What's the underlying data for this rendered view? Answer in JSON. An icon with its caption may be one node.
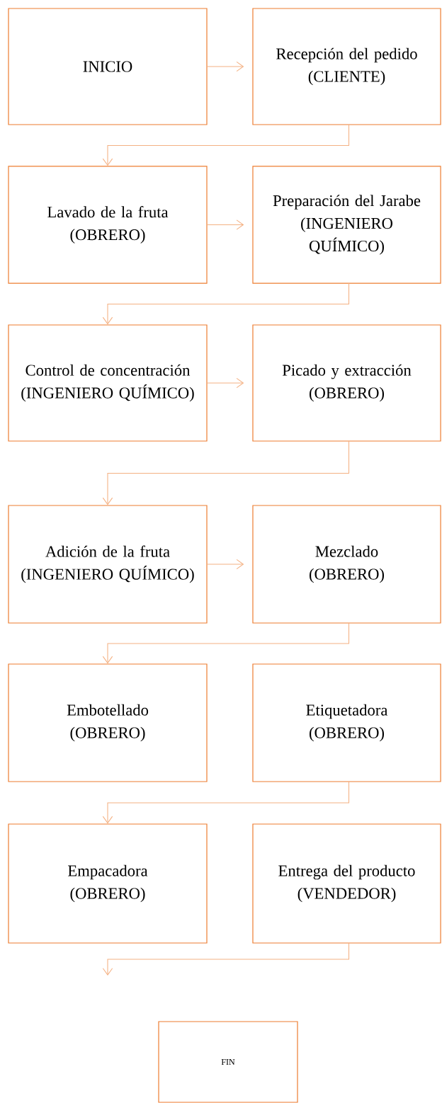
{
  "diagram": {
    "nodes": [
      {
        "text": [
          "INICIO"
        ]
      },
      {
        "text": [
          "Recepción del pedido",
          "(CLIENTE)"
        ]
      },
      {
        "text": [
          "Lavado de la fruta",
          "(OBRERO)"
        ]
      },
      {
        "text": [
          "Preparación del Jarabe",
          "(INGENIERO QUÍMICO)"
        ]
      },
      {
        "text": [
          "Control de concentración",
          "(INGENIERO QUÍMICO)"
        ]
      },
      {
        "text": [
          "Picado y extracción",
          "(OBRERO)"
        ]
      },
      {
        "text": [
          "Adición de la fruta",
          "(INGENIERO QUÍMICO)"
        ]
      },
      {
        "text": [
          "Mezclado",
          "(OBRERO)"
        ]
      },
      {
        "text": [
          "Embotellado",
          "(OBRERO)"
        ]
      },
      {
        "text": [
          "Etiquetadora",
          "(OBRERO)"
        ]
      },
      {
        "text": [
          "Empacadora",
          "(OBRERO)"
        ]
      },
      {
        "text": [
          "Entrega del producto",
          "(VENDEDOR)"
        ]
      },
      {
        "text": [
          "FIN"
        ]
      }
    ],
    "edges": [
      {
        "from": 0,
        "to": 1,
        "arrow": "to"
      },
      {
        "from": 1,
        "to": 2,
        "arrow": "to"
      },
      {
        "from": 2,
        "to": 3,
        "arrow": "to"
      },
      {
        "from": 3,
        "to": 4,
        "arrow": "to"
      },
      {
        "from": 4,
        "to": 5,
        "arrow": "to"
      },
      {
        "from": 5,
        "to": 6,
        "arrow": "to"
      },
      {
        "from": 6,
        "to": 7,
        "arrow": "to"
      },
      {
        "from": 7,
        "to": 8,
        "arrow": "to"
      },
      {
        "from": 9,
        "to": 10,
        "arrow": "to"
      },
      {
        "from": 11,
        "to": null,
        "arrow": "to"
      }
    ]
  }
}
